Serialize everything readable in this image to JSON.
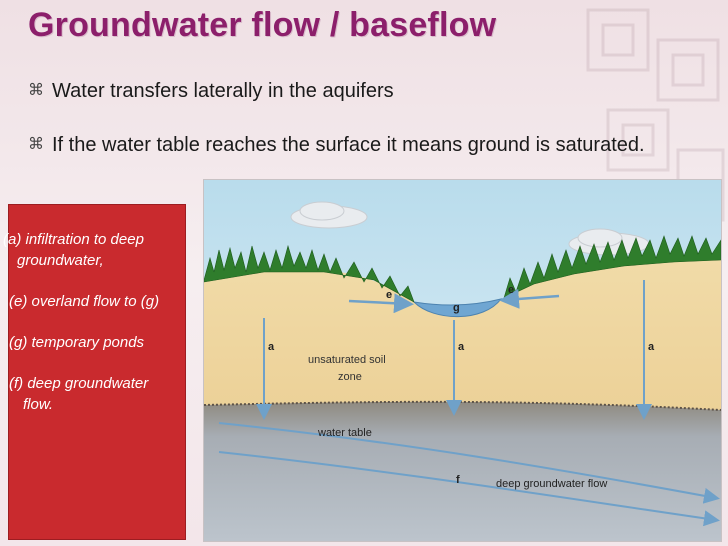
{
  "slide": {
    "title": "Groundwater flow / baseflow",
    "bullets": [
      {
        "text": "Water transfers laterally in the aquifers"
      },
      {
        "text": "If the water table reaches the surface it means ground is saturated."
      }
    ]
  },
  "notes": [
    "(a) infiltration to deep groundwater,",
    "(e) overland flow to (g)",
    "(g) temporary ponds",
    "(f) deep groundwater flow."
  ],
  "diagram": {
    "labels": {
      "e_left": "e",
      "e_right": "e",
      "g": "g",
      "a_left": "a",
      "a_mid": "a",
      "a_right": "a",
      "unsat_line1": "unsaturated soil",
      "unsat_line2": "zone",
      "water_table": "water table",
      "f": "f",
      "deep_flow": "deep groundwater flow"
    }
  },
  "colors": {
    "title": "#8c1f6b",
    "note_box": "#c92a2e",
    "sky": "#cbe3ef",
    "soil": "#ecd39a",
    "groundwater": "#9aa1ab",
    "arrows": "#6fa1c9",
    "vegetation": "#2e7d32"
  }
}
